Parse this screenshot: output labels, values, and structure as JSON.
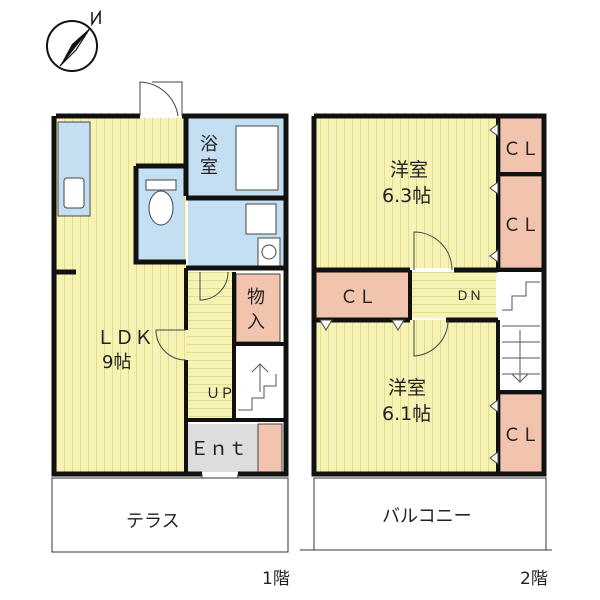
{
  "floor1": {
    "ldk_label": "ＬＤＫ",
    "ldk_size": "9帖",
    "bath_line1": "浴",
    "bath_line2": "室",
    "storage_line1": "物",
    "storage_line2": "入",
    "stairs_label": "ＵＰ",
    "entrance_label": "Ｅｎｔ",
    "terrace_label": "テラス",
    "floor_label": "1階"
  },
  "floor2": {
    "room_a_name": "洋室",
    "room_a_size": "6.3帖",
    "room_b_name": "洋室",
    "room_b_size": "6.1帖",
    "closet_label": "ＣＬ",
    "stairs_label": "ＤＮ",
    "balcony_label": "バルコニー",
    "floor_label": "2階"
  },
  "colors": {
    "floor_wood": "#f6f3b4",
    "floor_wood_line": "#e2dc90",
    "wet_area": "#c4dff2",
    "closet": "#f2c4ae",
    "entrance": "#dddddd",
    "wall": "#111111"
  },
  "icons": {
    "compass": "north-arrow-icon"
  }
}
